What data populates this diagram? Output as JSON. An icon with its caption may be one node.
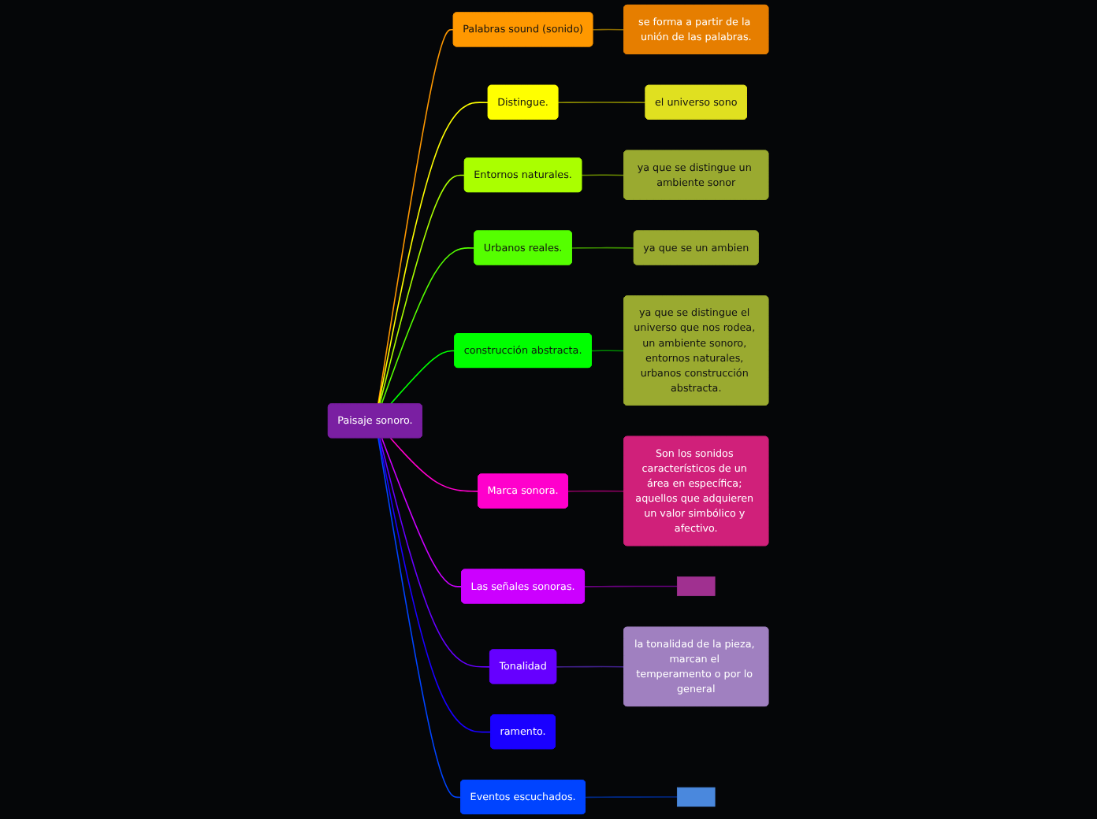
{
  "diagram": {
    "nodes": [
      {
        "text": [
          "Paisaje sonoro."
        ]
      },
      {
        "text": [
          "Palabras sound (sonido)"
        ]
      },
      {
        "text": [
          "se forma a partir de la unión de las palabras."
        ]
      },
      {
        "text": [
          "Distingue."
        ]
      },
      {
        "text": [
          "el universo sono"
        ]
      },
      {
        "text": [
          "Entornos naturales."
        ]
      },
      {
        "text": [
          "ya que se distingue un ambiente sonor"
        ]
      },
      {
        "text": [
          "Urbanos reales."
        ]
      },
      {
        "text": [
          "ya que se un ambien"
        ]
      },
      {
        "text": [
          "construcción abstracta."
        ]
      },
      {
        "text": [
          "ya que se distingue el universo que nos rodea, un ambiente sonoro, entornos naturales, urbanos construcción abstracta."
        ]
      },
      {
        "text": [
          "Marca sonora."
        ]
      },
      {
        "text": [
          "Son los sonidos característicos de un área en específica; aquellos que adquieren un valor simbólico y afectivo."
        ]
      },
      {
        "text": [
          "Las señales sonoras."
        ]
      },
      {
        "text": [],
        "shape": "box"
      },
      {
        "text": [
          "Tonalidad"
        ]
      },
      {
        "text": [
          "la tonalidad de la pieza, marcan el temperamento o por lo general"
        ]
      },
      {
        "text": [
          "ramento."
        ]
      },
      {
        "text": [
          "Eventos escuchados."
        ]
      },
      {
        "text": [],
        "shape": "box"
      }
    ],
    "edges": [
      {
        "from": 0,
        "to": 1,
        "arrow": "none",
        "color": "#ff9800"
      },
      {
        "from": 1,
        "to": 2,
        "arrow": "none",
        "color": "#8a6a00"
      },
      {
        "from": 0,
        "to": 3,
        "arrow": "none",
        "color": "#ffff00"
      },
      {
        "from": 3,
        "to": 4,
        "arrow": "none",
        "color": "#8a8a00"
      },
      {
        "from": 0,
        "to": 5,
        "arrow": "none",
        "color": "#aaff00"
      },
      {
        "from": 5,
        "to": 6,
        "arrow": "none",
        "color": "#6a8a00"
      },
      {
        "from": 0,
        "to": 7,
        "arrow": "none",
        "color": "#55ff00"
      },
      {
        "from": 7,
        "to": 8,
        "arrow": "none",
        "color": "#3a8a00"
      },
      {
        "from": 0,
        "to": 9,
        "arrow": "none",
        "color": "#00ff00"
      },
      {
        "from": 9,
        "to": 10,
        "arrow": "none",
        "color": "#008a00"
      },
      {
        "from": 0,
        "to": 11,
        "arrow": "none",
        "color": "#ff00cc"
      },
      {
        "from": 11,
        "to": 12,
        "arrow": "none",
        "color": "#8a0060"
      },
      {
        "from": 0,
        "to": 13,
        "arrow": "none",
        "color": "#cc00ff"
      },
      {
        "from": 13,
        "to": 14,
        "arrow": "none",
        "color": "#6a0080"
      },
      {
        "from": 0,
        "to": 15,
        "arrow": "none",
        "color": "#6600ff"
      },
      {
        "from": 15,
        "to": 16,
        "arrow": "none",
        "color": "#40208a"
      },
      {
        "from": 0,
        "to": 17,
        "arrow": "none",
        "color": "#1a00ff"
      },
      {
        "from": 0,
        "to": 18,
        "arrow": "none",
        "color": "#0044ff"
      },
      {
        "from": 18,
        "to": 19,
        "arrow": "none",
        "color": "#002a8a"
      }
    ]
  }
}
